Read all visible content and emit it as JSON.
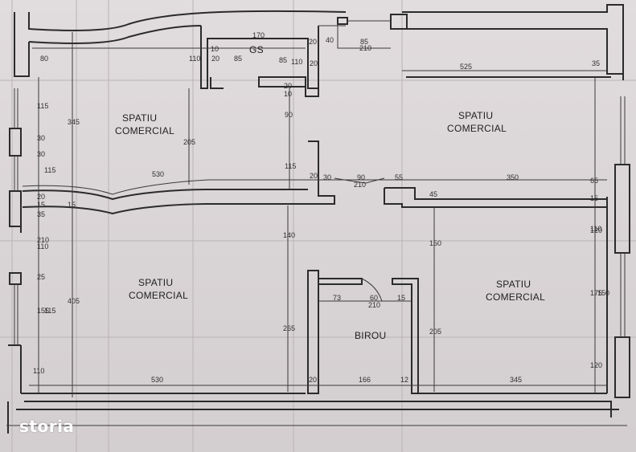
{
  "rooms": [
    {
      "l1": "SPATIU",
      "l2": "COMERCIAL"
    },
    {
      "l1": "SPATIU",
      "l2": "COMERCIAL"
    },
    {
      "l1": "SPATIU",
      "l2": "COMERCIAL"
    },
    {
      "l1": "SPATIU",
      "l2": "COMERCIAL"
    },
    {
      "l1": "GS"
    },
    {
      "l1": "BIROU"
    }
  ],
  "dimensions": [
    "170",
    "40",
    "85",
    "210",
    "85",
    "110",
    "110",
    "20",
    "85",
    "20",
    "80",
    "525",
    "35",
    "10",
    "20",
    "345",
    "115",
    "30",
    "90",
    "205",
    "530",
    "90",
    "30",
    "210",
    "55",
    "350",
    "115",
    "65",
    "35",
    "110",
    "120",
    "210",
    "15",
    "45",
    "140",
    "25",
    "150",
    "110",
    "175",
    "150",
    "73",
    "60",
    "15",
    "210",
    "405",
    "155",
    "115",
    "265",
    "205",
    "110",
    "120",
    "530",
    "20",
    "166",
    "12",
    "345",
    "20",
    "20",
    "15",
    "115",
    "30",
    "10",
    "20",
    "15"
  ],
  "logo": {
    "text": "storia",
    "color": "#ffffff"
  }
}
